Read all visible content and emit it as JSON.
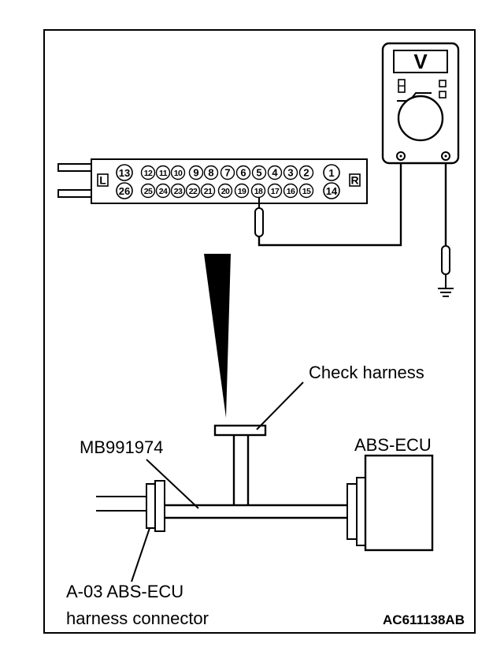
{
  "connector": {
    "left_end": "L",
    "right_end": "R",
    "top_row": [
      "13",
      "12",
      "11",
      "10",
      "9",
      "8",
      "7",
      "6",
      "5",
      "4",
      "3",
      "2",
      "1"
    ],
    "bottom_row": [
      "26",
      "25",
      "24",
      "23",
      "22",
      "21",
      "20",
      "19",
      "18",
      "17",
      "16",
      "15",
      "14"
    ]
  },
  "meter": {
    "letter": "V"
  },
  "labels": {
    "check_harness": "Check harness",
    "mb_tool": "MB991974",
    "abs_ecu": "ABS-ECU",
    "connector_line1": "A-03 ABS-ECU",
    "connector_line2": "harness connector",
    "figure_code": "AC611138AB"
  }
}
